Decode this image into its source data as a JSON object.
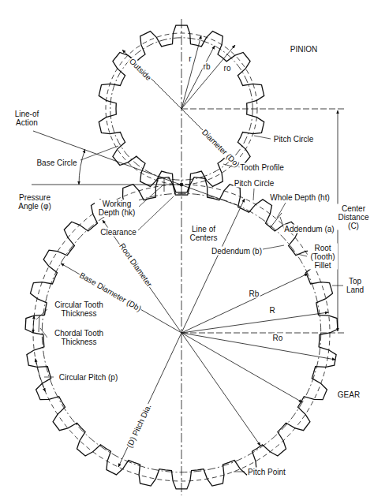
{
  "diagram": {
    "labels": [
      "PINION",
      "Outside",
      "r",
      "rb",
      "ro",
      "Diameter (Do)",
      "Pitch Circle",
      "Line-of Action",
      "Base Circle",
      "Pressure Angle (φ)",
      "Tooth Profile",
      "Pitch Circle",
      "Working Depth (hk)",
      "Clearance",
      "Line of Centers",
      "Whole Depth (ht)",
      "Addendum (a)",
      "Center Distance (C)",
      "Root (Tooth) Fillet",
      "Top Land",
      "Dedendum (b)",
      "Base Diameter (Db)",
      "Root Diameter",
      "Rb",
      "R",
      "Ro",
      "Circular Tooth Thickness",
      "Chordal Tooth Thickness",
      "Circular Pitch (p)",
      "(D) Pitch Dia.",
      "GEAR",
      "Pitch Point"
    ]
  }
}
